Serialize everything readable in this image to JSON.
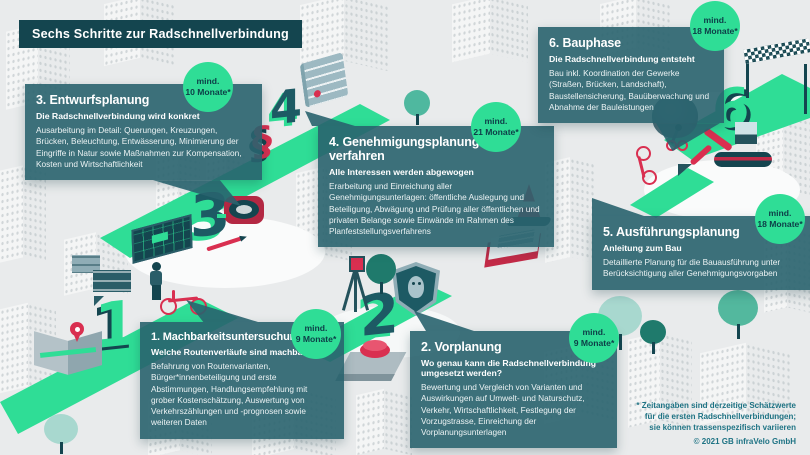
{
  "title": "Sechs Schritte zur Radschnellverbindung",
  "steps": [
    {
      "number": "1",
      "heading": "1. Machbarkeitsuntersuchung",
      "subheading": "Welche Routenverläufe sind machbar?",
      "body": "Befahrung von Routenvarianten, Bürger*innenbeteiligung und erste Abstimmungen, Handlungsempfehlung mit grober Kostenschätzung, Auswertung von Verkehrszählungen und -prognosen sowie weiteren Daten",
      "badge_prefix": "mind.",
      "badge_duration": "9 Monate*"
    },
    {
      "number": "2",
      "heading": "2. Vorplanung",
      "subheading": "Wo genau kann die Radschnellverbindung umgesetzt werden?",
      "body": "Bewertung und Vergleich von Varianten und Auswirkungen auf Umwelt- und Naturschutz, Verkehr, Wirtschaftlichkeit, Festlegung der Vorzugstrasse, Einreichung der Vorplanungsunterlagen",
      "badge_prefix": "mind.",
      "badge_duration": "9 Monate*"
    },
    {
      "number": "3",
      "heading": "3. Entwurfsplanung",
      "subheading": "Die Radschnellverbindung wird konkret",
      "body": "Ausarbeitung im Detail: Querungen, Kreuzungen, Brücken, Beleuchtung, Entwässerung, Minimierung der Eingriffe in Natur sowie Maßnahmen zur Kompensation, Kosten und Wirtschaftlichkeit",
      "badge_prefix": "mind.",
      "badge_duration": "10 Monate*"
    },
    {
      "number": "4",
      "heading": "4. Genehmigungsplanung und -verfahren",
      "subheading": "Alle Interessen werden abgewogen",
      "body": "Erarbeitung und Einreichung aller Genehmigungsunterlagen: öffentliche Auslegung und Beteiligung, Abwägung und Prüfung aller öffentlichen und privaten Belange sowie Einwände im Rahmen des Planfeststellungsverfahrens",
      "badge_prefix": "mind.",
      "badge_duration": "21 Monate*"
    },
    {
      "number": "5",
      "heading": "5. Ausführungsplanung",
      "subheading": "Anleitung zum Bau",
      "body": "Detaillierte Planung für die Bauausführung unter Berücksichtigung aller Genehmigungsvorgaben",
      "badge_prefix": "mind.",
      "badge_duration": "18 Monate*"
    },
    {
      "number": "6",
      "heading": "6. Bauphase",
      "subheading": "Die Radschnellverbindung entsteht",
      "body": "Bau inkl. Koordination der Gewerke (Straßen, Brücken, Landschaft), Baustellensicherung, Bauüberwachung und Abnahme der Bauleistungen",
      "badge_prefix": "mind.",
      "badge_duration": "18 Monate*"
    }
  ],
  "symbols": {
    "paragraph": "§"
  },
  "footnote_lines": [
    "* Zeitangaben sind derzeitige Schätzwerte",
    "für die ersten Radschnellverbindungen;",
    "sie können trassenspezifisch variieren"
  ],
  "copyright": "© 2021 GB infraVelo GmbH",
  "colors": {
    "accent_green": "#2fdd96",
    "deep_teal": "#14454f",
    "panel_teal": "#29636e",
    "accent_red": "#d92f50"
  }
}
